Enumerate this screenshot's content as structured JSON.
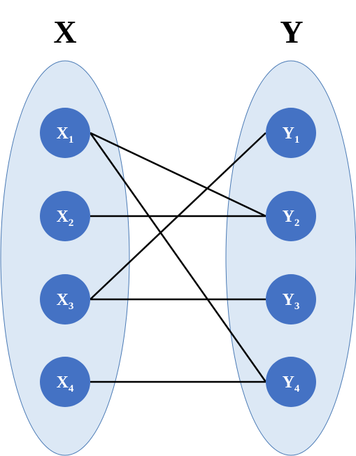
{
  "colors": {
    "set_fill": "#dce8f5",
    "set_stroke": "#4a7ab5",
    "node_fill": "#4472c4",
    "node_text": "#ffffff",
    "edge": "#000000"
  },
  "set_x": {
    "title": "X",
    "nodes": [
      {
        "id": "x1",
        "base": "X",
        "sub": "1"
      },
      {
        "id": "x2",
        "base": "X",
        "sub": "2"
      },
      {
        "id": "x3",
        "base": "X",
        "sub": "3"
      },
      {
        "id": "x4",
        "base": "X",
        "sub": "4"
      }
    ]
  },
  "set_y": {
    "title": "Y",
    "nodes": [
      {
        "id": "y1",
        "base": "Y",
        "sub": "1"
      },
      {
        "id": "y2",
        "base": "Y",
        "sub": "2"
      },
      {
        "id": "y3",
        "base": "Y",
        "sub": "3"
      },
      {
        "id": "y4",
        "base": "Y",
        "sub": "4"
      }
    ]
  },
  "edges": [
    {
      "from": "x1",
      "to": "y2"
    },
    {
      "from": "x1",
      "to": "y4"
    },
    {
      "from": "x2",
      "to": "y2"
    },
    {
      "from": "x3",
      "to": "y1"
    },
    {
      "from": "x3",
      "to": "y3"
    },
    {
      "from": "x4",
      "to": "y4"
    }
  ]
}
